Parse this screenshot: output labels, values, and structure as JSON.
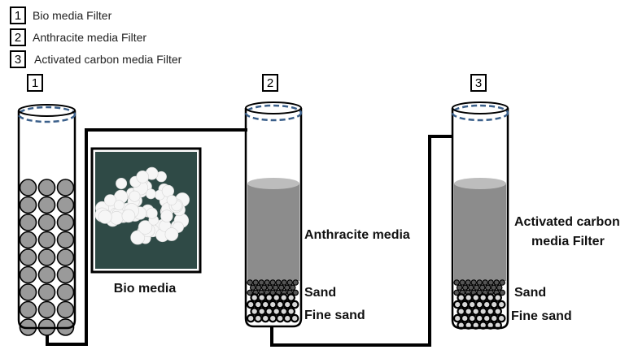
{
  "legend": [
    {
      "number": "1",
      "label": "Bio media Filter"
    },
    {
      "number": "2",
      "label": "Anthracite media Filter"
    },
    {
      "number": "3",
      "label": "Activated carbon media Filter"
    }
  ],
  "columns": [
    {
      "number": "1"
    },
    {
      "number": "2",
      "media_label": "Anthracite media",
      "sand_label": "Sand",
      "fine_sand_label": "Fine sand"
    },
    {
      "number": "3",
      "media_label_line1": "Activated carbon",
      "media_label_line2": "media Filter",
      "sand_label": "Sand",
      "fine_sand_label": "Fine sand"
    }
  ],
  "photo": {
    "caption": "Bio media"
  },
  "colors": {
    "tube_outline": "#000000",
    "cap_dash": "#3a5f8a",
    "ball_fill": "#9a9a9a",
    "media_fill": "#8c8c8c",
    "media_top": "#bdbdbd",
    "pipe": "#000000",
    "photo_bg": "#2f4a46"
  }
}
